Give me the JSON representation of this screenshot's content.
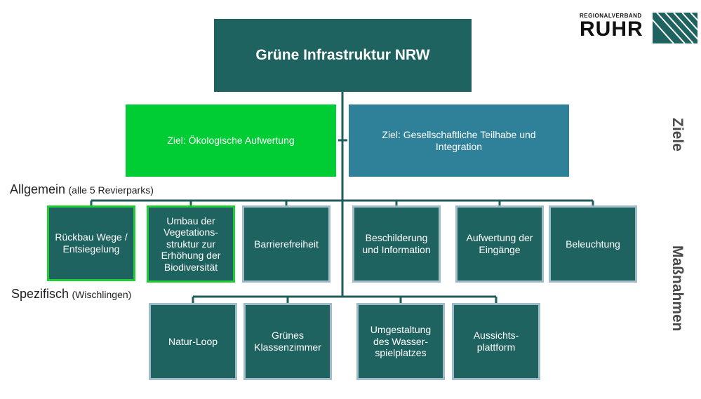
{
  "root": {
    "title": "Grüne Infrastruktur NRW"
  },
  "goals": [
    {
      "label": "Ziel: Ökologische Aufwertung"
    },
    {
      "label": "Ziel: Gesellschaftliche Teilhabe und Integration"
    }
  ],
  "section_general": {
    "title": "Allgemein",
    "note": "(alle 5 Revierparks)"
  },
  "section_specific": {
    "title": "Spezifisch",
    "note": "(Wischlingen)"
  },
  "measures_general": [
    {
      "label": "Rückbau Wege / Entsiegelung"
    },
    {
      "label": "Umbau der Vegetations-struktur zur Erhöhung der Biodiversität"
    },
    {
      "label": "Barrierefreiheit"
    },
    {
      "label": "Beschilderung und Information"
    },
    {
      "label": "Aufwertung der Eingänge"
    },
    {
      "label": "Beleuchtung"
    }
  ],
  "measures_specific": [
    {
      "label": "Natur-Loop"
    },
    {
      "label": "Grünes Klassenzimmer"
    },
    {
      "label": "Umgestaltung des Wasser-spielplatzes"
    },
    {
      "label": "Aussichts-plattform"
    }
  ],
  "side_labels": {
    "goals": "Ziele",
    "measures": "Maßnahmen"
  },
  "logo": {
    "top_text": "REGIONALVERBAND",
    "main_text": "RUHR"
  },
  "colors": {
    "root": "#1f6360",
    "goal_eco": "#00cc33",
    "goal_social": "#2e8199",
    "measure_fill": "#1f6360",
    "measure_border": "#9fbcc8",
    "measure_border_eco": "#22cc33"
  }
}
